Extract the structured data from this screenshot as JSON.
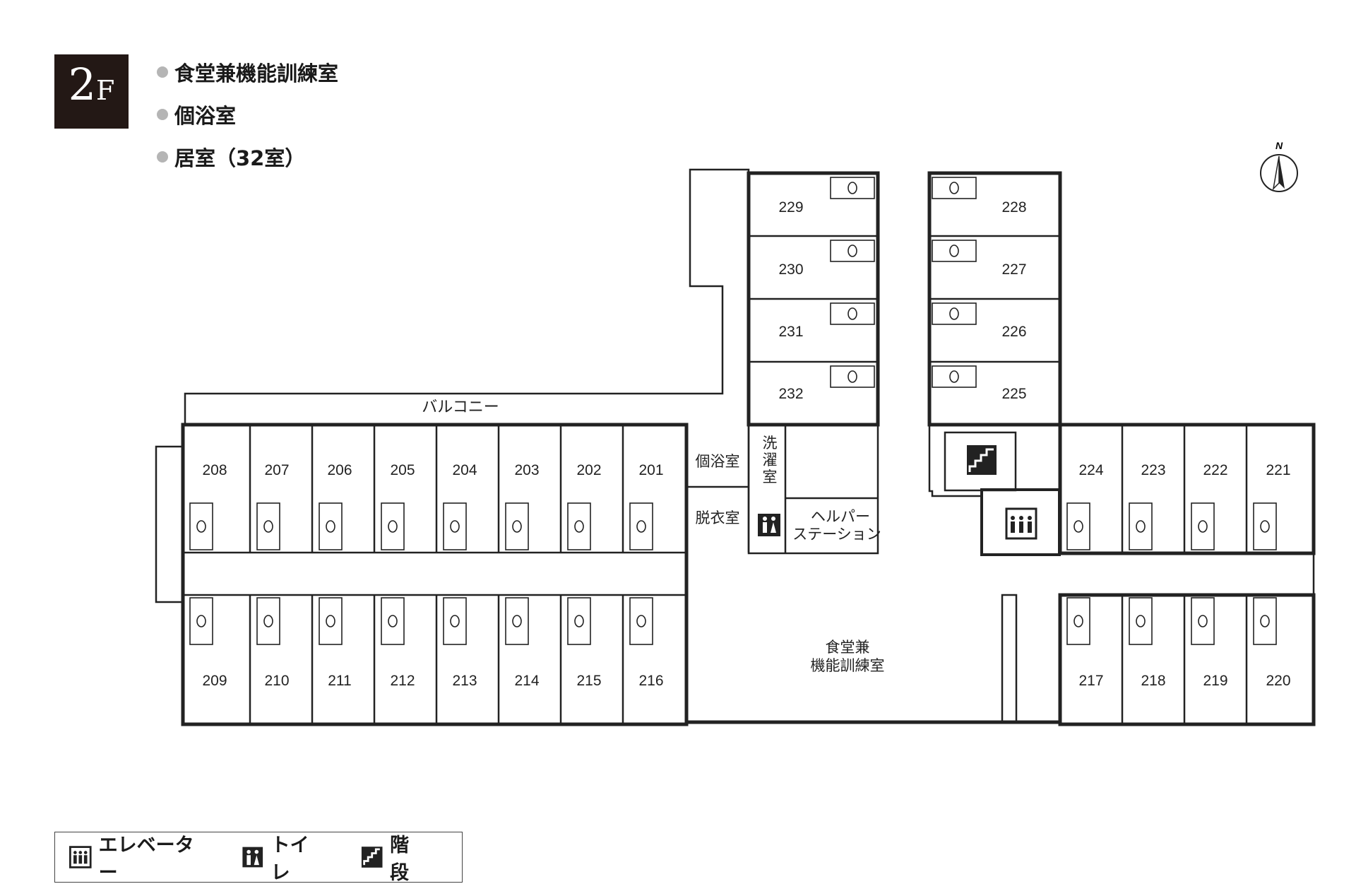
{
  "floor": {
    "number": "2",
    "unit": "F"
  },
  "facilities": [
    {
      "label": "食堂兼機能訓練室"
    },
    {
      "label": "個浴室"
    },
    {
      "label": "居室（32室）"
    }
  ],
  "compass": {
    "label": "N"
  },
  "plan": {
    "balcony": "バルコニー",
    "north_rooms_left": [
      "229",
      "230",
      "231",
      "232"
    ],
    "north_rooms_right": [
      "228",
      "227",
      "226",
      "225"
    ],
    "west_top_rooms": [
      "208",
      "207",
      "206",
      "205",
      "204",
      "203",
      "202",
      "201"
    ],
    "west_bottom_rooms": [
      "209",
      "210",
      "211",
      "212",
      "213",
      "214",
      "215",
      "216"
    ],
    "east_top_rooms": [
      "224",
      "223",
      "222",
      "221"
    ],
    "east_bottom_rooms": [
      "217",
      "218",
      "219",
      "220"
    ],
    "private_bath": "個浴室",
    "changing_room": "脱衣室",
    "laundry": [
      "洗",
      "濯",
      "室"
    ],
    "helper_station": [
      "ヘルパー",
      "ステーション"
    ],
    "dining": [
      "食堂兼",
      "機能訓練室"
    ]
  },
  "key": {
    "elevator": "エレベーター",
    "toilet": "トイレ",
    "stairs": "階段"
  }
}
